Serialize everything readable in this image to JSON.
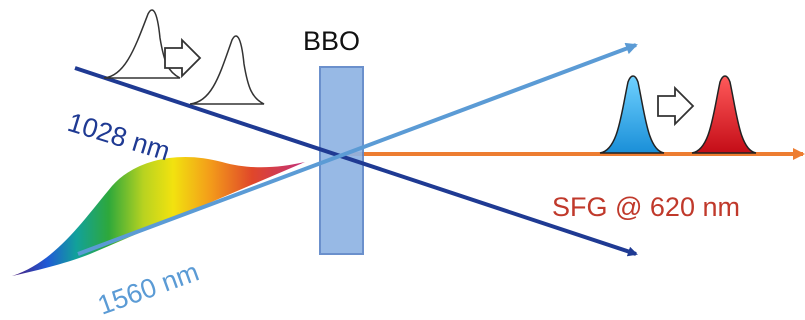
{
  "crystal_label": "BBO",
  "beam_labels": {
    "pump_1028": "1028 nm",
    "pump_1560": "1560 nm",
    "output_sfg": "SFG @ 620 nm"
  },
  "colors": {
    "beam_1028": "#1f3a93",
    "beam_1560": "#5b9bd5",
    "beam_sfg": "#ed7d31",
    "crystal_fill": "#8fb4e3",
    "crystal_stroke": "#5f87c8",
    "label_1028": "#1f3a93",
    "label_1560": "#5b9bd5",
    "label_sfg": "#c0392b",
    "pulse_blue": "#1aa3e8",
    "pulse_red": "#e0101b"
  },
  "icons": {
    "transform_arrow_left": "hollow-right-arrow-icon",
    "transform_arrow_right": "hollow-right-arrow-icon"
  }
}
